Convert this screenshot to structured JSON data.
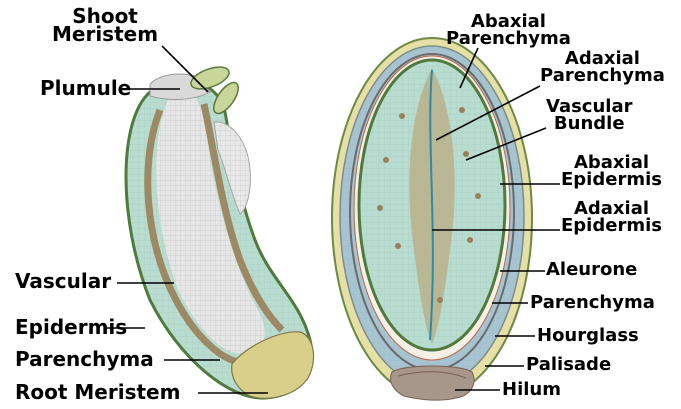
{
  "labels": {
    "shoot_meristem": [
      "Shoot",
      "Meristem"
    ],
    "plumule": "Plumule",
    "vascular": "Vascular",
    "epidermis": "Epidermis",
    "parenchyma": "Parenchyma",
    "root_meristem": "Root Meristem",
    "abaxial_parenchyma": [
      "Abaxial",
      "Parenchyma"
    ],
    "adaxial_parenchyma": [
      "Adaxial",
      "Parenchyma"
    ],
    "vascular_bundle": [
      "Vascular",
      "Bundle"
    ],
    "abaxial_epidermis": [
      "Abaxial",
      "Epidermis"
    ],
    "adaxial_epidermis": [
      "Adaxial",
      "Epidermis"
    ],
    "aleurone": "Aleurone",
    "parenchyma_right": "Parenchyma",
    "hourglass": "Hourglass",
    "palisade": "Palisade",
    "hilum": "Hilum"
  },
  "colors": {
    "cotyledon": "#b8dccf",
    "vascular_tissue": "#9a7f58",
    "epidermis_outline": "#4f7a3c",
    "seed_coat": "#e6dfa6",
    "hourglass_layer": "#a7c4d2",
    "root_meristem": "#d8cf8a",
    "leader_line": "#000000"
  }
}
